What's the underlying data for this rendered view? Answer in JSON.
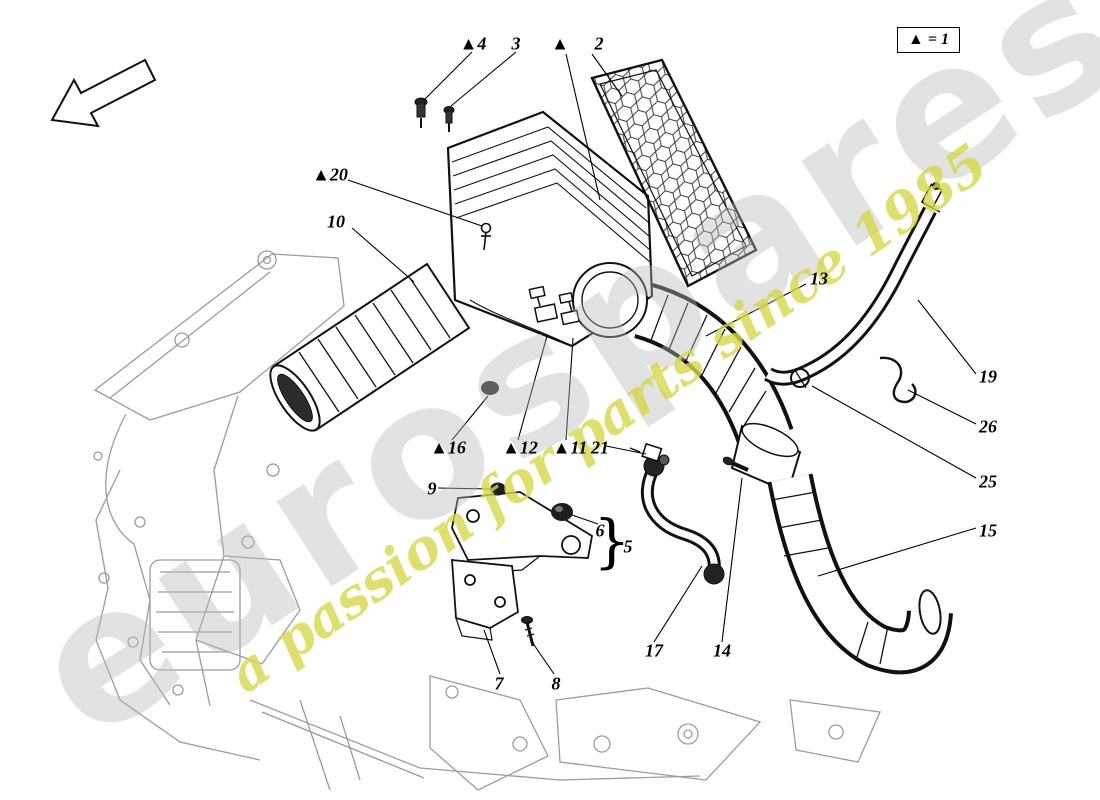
{
  "page": {
    "title": "air filter unit exploded parts diagram",
    "background_color": "#ffffff"
  },
  "legend": {
    "text": "▲ = 1"
  },
  "watermark": {
    "brand": "eurospares",
    "tagline": "a passion for parts since 1985",
    "brand_color": "#bdbdbd",
    "tagline_color": "#d6d846"
  },
  "callouts": [
    {
      "id": "4",
      "label": "▲4"
    },
    {
      "id": "3",
      "label": "3"
    },
    {
      "id": "2-tri",
      "label": "▲"
    },
    {
      "id": "2",
      "label": "2"
    },
    {
      "id": "20",
      "label": "▲20"
    },
    {
      "id": "10",
      "label": "10"
    },
    {
      "id": "13",
      "label": "13"
    },
    {
      "id": "19",
      "label": "19"
    },
    {
      "id": "26",
      "label": "26"
    },
    {
      "id": "25",
      "label": "25"
    },
    {
      "id": "15",
      "label": "15"
    },
    {
      "id": "16",
      "label": "▲16"
    },
    {
      "id": "12",
      "label": "▲12"
    },
    {
      "id": "11",
      "label": "▲11"
    },
    {
      "id": "21",
      "label": "21"
    },
    {
      "id": "9",
      "label": "9"
    },
    {
      "id": "6",
      "label": "6"
    },
    {
      "id": "5",
      "label": "5"
    },
    {
      "id": "brace",
      "label": "}"
    },
    {
      "id": "7",
      "label": "7"
    },
    {
      "id": "8",
      "label": "8"
    },
    {
      "id": "17",
      "label": "17"
    },
    {
      "id": "14",
      "label": "14"
    }
  ]
}
